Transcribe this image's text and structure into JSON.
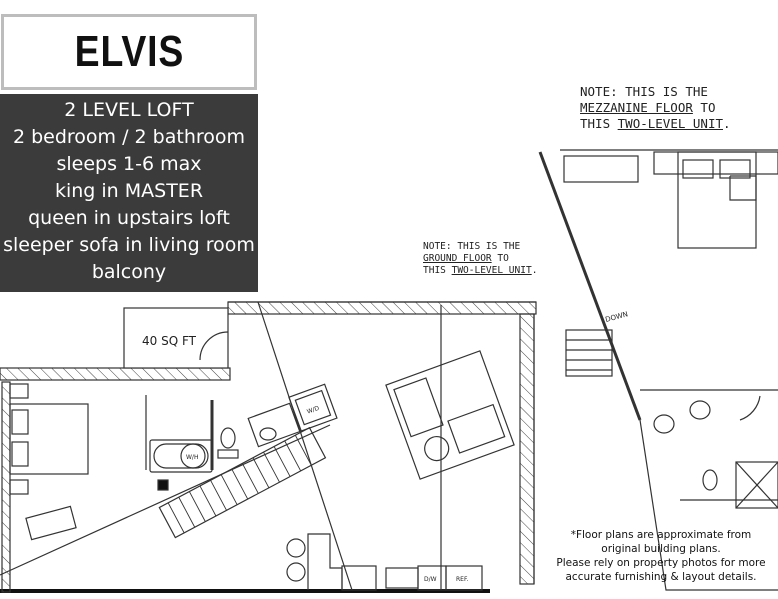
{
  "title": "ELVIS",
  "info": [
    "2 LEVEL LOFT",
    "2 bedroom / 2 bathroom",
    "sleeps 1-6 max",
    "king in MASTER",
    "queen in upstairs loft",
    "sleeper sofa in living room",
    "balcony"
  ],
  "notes": {
    "mezzanine": {
      "prefix": "NOTE: THIS IS THE",
      "floor": "MEZZANINE FLOOR",
      "to": " TO",
      "this": "THIS ",
      "unit": "TWO-LEVEL UNIT",
      "end": "."
    },
    "ground": {
      "prefix": "NOTE: THIS IS THE",
      "floor": "GROUND FLOOR",
      "to": " TO",
      "this": "THIS ",
      "unit": "TWO-LEVEL UNIT",
      "end": "."
    }
  },
  "plan_labels": {
    "balcony_area": "40 SQ FT",
    "washer_dryer": "W/D",
    "water_heater": "W/H",
    "dishwasher": "D/W",
    "refrigerator": "REF.",
    "stairs_down": "DOWN"
  },
  "disclaimer": [
    "*Floor plans are approximate from",
    "original building plans.",
    "Please rely on property photos for more",
    "accurate furnishing & layout details."
  ]
}
